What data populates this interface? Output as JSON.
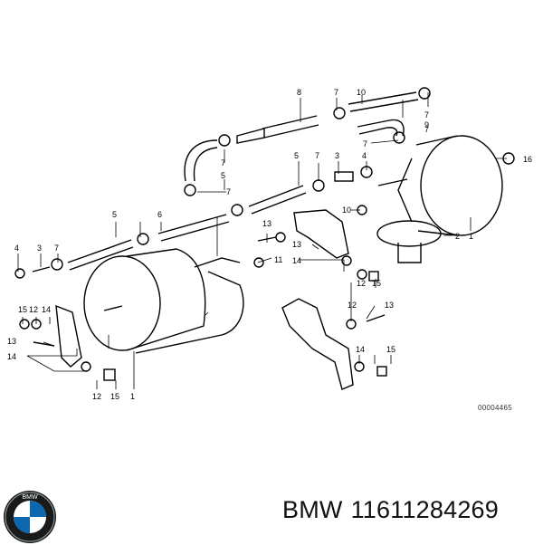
{
  "diagram": {
    "reference_code": "00004465",
    "callouts": [
      "8",
      "7",
      "10",
      "7",
      "7",
      "9",
      "7",
      "5",
      "7",
      "5",
      "7",
      "3",
      "4",
      "16",
      "5",
      "7",
      "6",
      "13",
      "10",
      "2",
      "1",
      "4",
      "3",
      "7",
      "13",
      "11",
      "14",
      "15",
      "12",
      "14",
      "13",
      "14",
      "12",
      "15",
      "12",
      "13",
      "14",
      "15",
      "12",
      "15",
      "1"
    ]
  },
  "footer": {
    "brand": "BMW",
    "part_number": "11611284269",
    "logo_text": "B M W"
  }
}
